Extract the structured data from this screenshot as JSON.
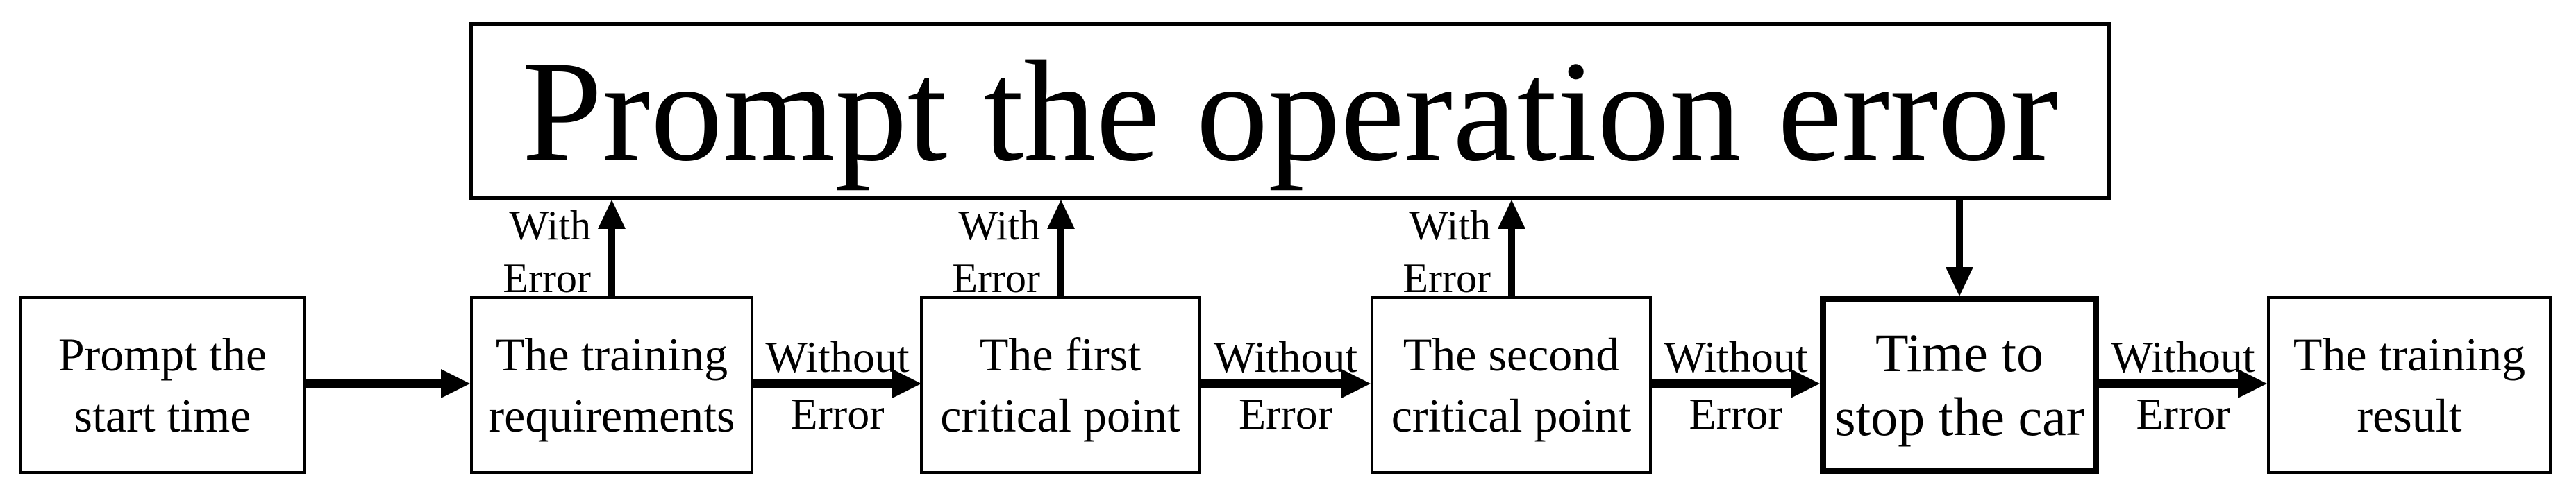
{
  "diagram": {
    "title_box": {
      "label": "Prompt the operation error"
    },
    "nodes": [
      {
        "id": "start-time",
        "line1": "Prompt the",
        "line2": "start time"
      },
      {
        "id": "training-requirements",
        "line1": "The training",
        "line2": "requirements"
      },
      {
        "id": "first-critical-point",
        "line1": "The first",
        "line2": "critical point"
      },
      {
        "id": "second-critical-point",
        "line1": "The second",
        "line2": "critical point"
      },
      {
        "id": "time-to-stop",
        "line1": "Time to",
        "line2": "stop the car"
      },
      {
        "id": "training-result",
        "line1": "The training",
        "line2": "result"
      }
    ],
    "without_error_labels": [
      {
        "line1": "Without",
        "line2": "Error"
      },
      {
        "line1": "Without",
        "line2": "Error"
      },
      {
        "line1": "Without",
        "line2": "Error"
      },
      {
        "line1": "Without",
        "line2": "Error"
      }
    ],
    "with_error_labels": [
      {
        "line1": "With",
        "line2": "Error"
      },
      {
        "line1": "With",
        "line2": "Error"
      },
      {
        "line1": "With",
        "line2": "Error"
      }
    ],
    "colors": {
      "ink": "#000000",
      "background": "#ffffff"
    }
  }
}
